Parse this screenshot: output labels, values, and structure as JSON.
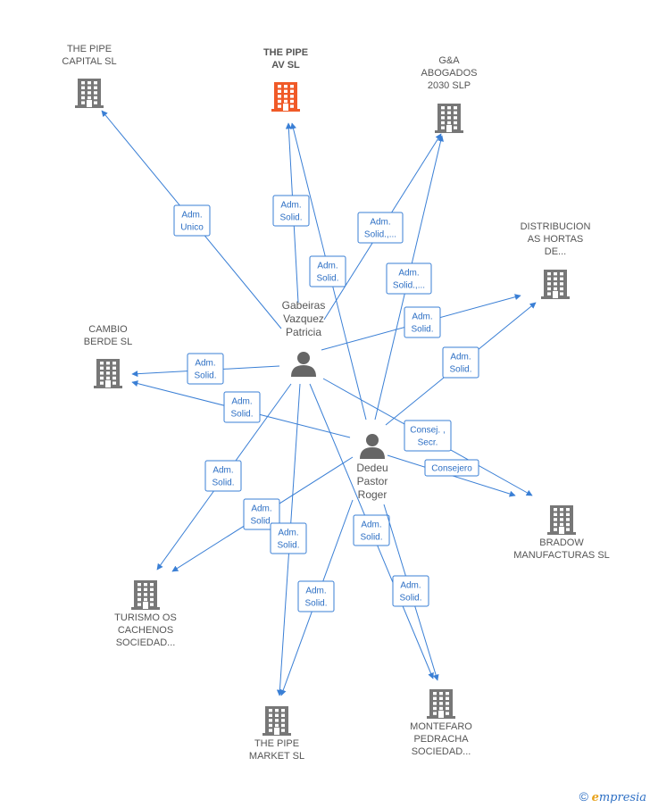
{
  "colors": {
    "edge": "#3a7fd5",
    "building": "#777777",
    "building_highlight": "#f05a28",
    "person": "#666666",
    "label": "#555555"
  },
  "companies": [
    {
      "id": "pipe_capital",
      "label": [
        "THE PIPE",
        "CAPITAL  SL"
      ],
      "highlight": false
    },
    {
      "id": "pipe_av",
      "label": [
        "THE PIPE",
        "AV  SL"
      ],
      "highlight": true
    },
    {
      "id": "ga_abogados",
      "label": [
        "G&A",
        "ABOGADOS",
        "2030  SLP"
      ],
      "highlight": false
    },
    {
      "id": "distribucion",
      "label": [
        "DISTRIBUCION",
        "AS HORTAS",
        "DE..."
      ],
      "highlight": false
    },
    {
      "id": "cambio_berde",
      "label": [
        "CAMBIO",
        "BERDE  SL"
      ],
      "highlight": false
    },
    {
      "id": "bradow",
      "label": [
        "BRADOW",
        "MANUFACTURAS SL"
      ],
      "highlight": false
    },
    {
      "id": "turismo",
      "label": [
        "TURISMO OS",
        "CACHENOS",
        "SOCIEDAD..."
      ],
      "highlight": false
    },
    {
      "id": "pipe_market",
      "label": [
        "THE PIPE",
        "MARKET  SL"
      ],
      "highlight": false
    },
    {
      "id": "montefaro",
      "label": [
        "MONTEFARO",
        "PEDRACHA",
        "SOCIEDAD..."
      ],
      "highlight": false
    }
  ],
  "persons": [
    {
      "id": "gabeiras",
      "label": [
        "Gabeiras",
        "Vazquez",
        "Patricia"
      ]
    },
    {
      "id": "dedeu",
      "label": [
        "Dedeu",
        "Pastor",
        "Roger"
      ]
    }
  ],
  "edges": [
    {
      "id": "e1",
      "label": [
        "Adm.",
        "Unico"
      ]
    },
    {
      "id": "e2",
      "label": [
        "Adm.",
        "Solid."
      ]
    },
    {
      "id": "e3",
      "label": [
        "Adm.",
        "Solid."
      ]
    },
    {
      "id": "e4",
      "label": [
        "Adm.",
        "Solid.,..."
      ]
    },
    {
      "id": "e5",
      "label": [
        "Adm.",
        "Solid.,..."
      ]
    },
    {
      "id": "e6",
      "label": [
        "Adm.",
        "Solid."
      ]
    },
    {
      "id": "e7",
      "label": [
        "Adm.",
        "Solid."
      ]
    },
    {
      "id": "e8",
      "label": [
        "Adm.",
        "Solid."
      ]
    },
    {
      "id": "e9",
      "label": [
        "Adm.",
        "Solid."
      ]
    },
    {
      "id": "e10",
      "label": [
        "Consej. ,",
        "Secr."
      ]
    },
    {
      "id": "e11",
      "label": [
        "Consejero"
      ]
    },
    {
      "id": "e12",
      "label": [
        "Adm.",
        "Solid."
      ]
    },
    {
      "id": "e13",
      "label": [
        "Adm.",
        "Solid."
      ]
    },
    {
      "id": "e14",
      "label": [
        "Adm.",
        "Solid."
      ]
    },
    {
      "id": "e15",
      "label": [
        "Adm.",
        "Solid."
      ]
    },
    {
      "id": "e16",
      "label": [
        "Adm.",
        "Solid."
      ]
    },
    {
      "id": "e17",
      "label": [
        "Adm.",
        "Solid."
      ]
    }
  ],
  "footer": {
    "copyright": "©",
    "brand_initial": "e",
    "brand_rest": "mpresia"
  }
}
